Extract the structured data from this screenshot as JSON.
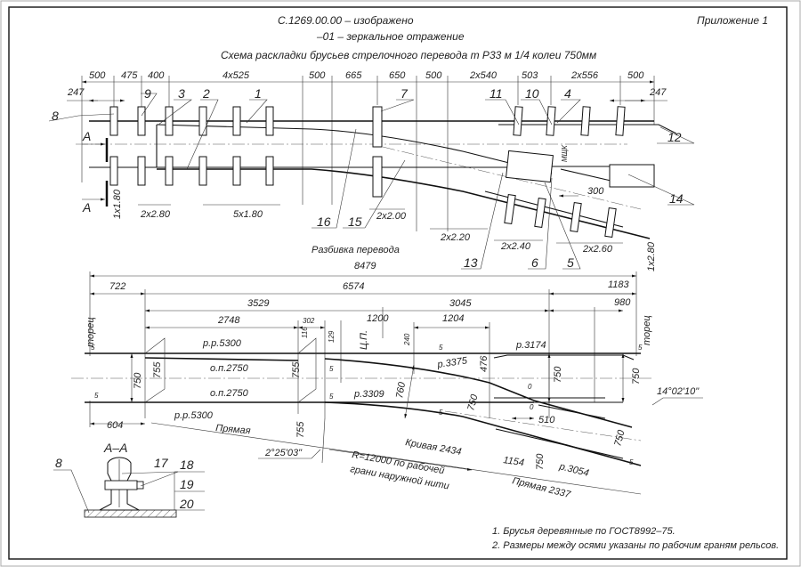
{
  "header": {
    "doc_number": "С.1269.00.00 – изображено",
    "mirror": "–01 – зеркальное отражение",
    "title": "Схема раскладки брусьев стрелочного перевода т Р33 м 1/4 колеи 750мм",
    "appendix": "Приложение 1"
  },
  "tie_scheme": {
    "spacing": [
      "500",
      "475",
      "400",
      "4x525",
      "500",
      "665",
      "650",
      "500",
      "2x540",
      "503",
      "2x556",
      "500"
    ],
    "end_offset_left": "247",
    "end_offset_right": "247",
    "positions": [
      "8",
      "9",
      "3",
      "2",
      "1",
      "7",
      "11",
      "10",
      "4",
      "12",
      "14",
      "16",
      "15",
      "13",
      "6",
      "5"
    ],
    "tie_groups": [
      "2x2.80",
      "5x1.80",
      "2x2.00",
      "2x2.20",
      "2x2.40",
      "2x2.60",
      "1x1.80",
      "1x2.80"
    ],
    "section_mark": "А",
    "mshk": "МЩК",
    "dim_300": "300"
  },
  "layout": {
    "title": "Разбивка перевода",
    "total": "8479",
    "dims": {
      "d722": "722",
      "d6574": "6574",
      "d1183": "1183",
      "d3529": "3529",
      "d3045": "3045",
      "d980": "980",
      "d2748": "2748",
      "d302": "302",
      "d1200": "1200",
      "d1204": "1204",
      "d116": "116",
      "d129": "129",
      "d240": "240",
      "d604": "604",
      "d750a": "750",
      "d755a": "755",
      "d755b": "755",
      "d755c": "755",
      "d760": "760",
      "d476": "476",
      "d750b": "750",
      "d750c": "750",
      "d750d": "750",
      "d750e": "750",
      "d750f": "750",
      "d510": "510",
      "d1154": "1154",
      "zero1": "0",
      "zero2": "0",
      "gap": "5"
    },
    "rails": {
      "rr_top": "р.р.5300",
      "op_top": "о.п.2750",
      "op_bot": "о.п.2750",
      "rr_bot": "р.р.5300",
      "r3309": "р.3309",
      "r3375": "р.3375",
      "r3174": "р.3174",
      "r3054": "р.3054"
    },
    "end_label": "торец",
    "center": "Ц.П.",
    "straight": "Прямая",
    "curve": "Кривая 2434",
    "radius1": "R=12000 по рабочей",
    "radius2": "грани наружной нити",
    "straight2": "Прямая 2337",
    "angle1": "2°25'03\"",
    "angle2": "14°02'10\""
  },
  "section": {
    "title": "А–А",
    "parts": [
      "8",
      "17",
      "18",
      "19",
      "20"
    ]
  },
  "notes": [
    "1. Брусья деревянные по ГОСТ8992–75.",
    "2. Размеры между осями указаны по рабочим граням рельсов."
  ]
}
